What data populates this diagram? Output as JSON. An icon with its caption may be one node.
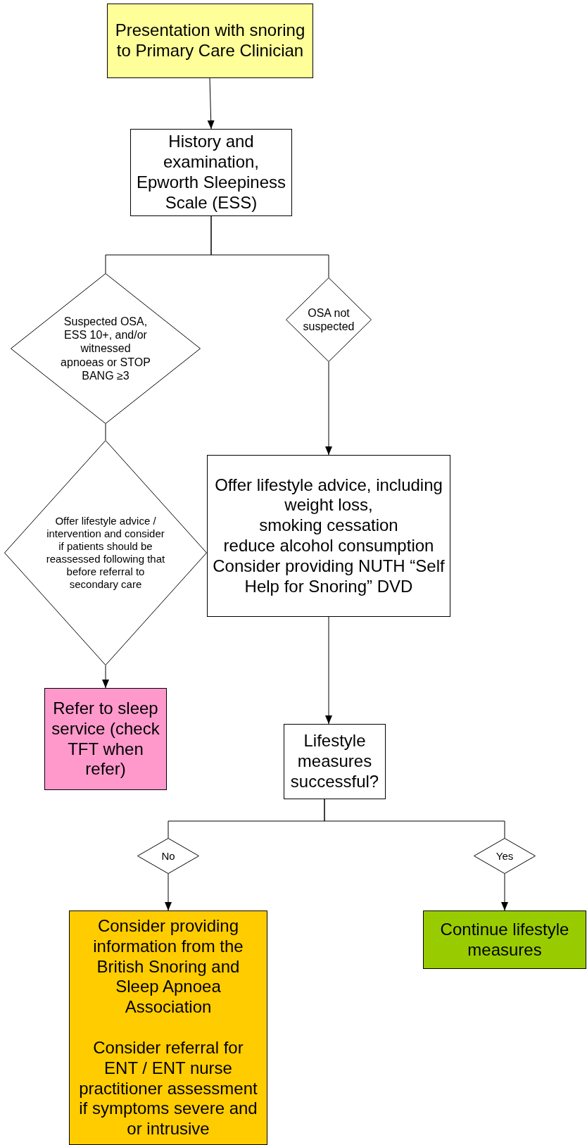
{
  "diagram": {
    "nodes": [
      {
        "text": [
          "Presentation with snoring to Primary Care Clinician"
        ]
      },
      {
        "text": [
          "History and examination, Epworth Sleepiness Scale (ESS)"
        ]
      },
      {
        "text": [
          "Suspected OSA, ESS 10+, and/or witnessed apnoeas or STOP BANG ≥3"
        ]
      },
      {
        "text": [
          "OSA not suspected"
        ]
      },
      {
        "text": [
          "Offer lifestyle advice / intervention and consider if patients should be reassessed following that before referral to secondary care"
        ]
      },
      {
        "text": [
          "Offer lifestyle advice, including",
          "weight loss,",
          "smoking cessation",
          "reduce alcohol consumption",
          "Consider providing NUTH “Self Help for Snoring” DVD"
        ]
      },
      {
        "text": [
          "Refer to sleep service (check TFT when refer)"
        ]
      },
      {
        "text": [
          "Lifestyle measures successful?"
        ]
      },
      {
        "text": [
          "No"
        ]
      },
      {
        "text": [
          "Yes"
        ]
      },
      {
        "text": [
          "Consider providing information from the British Snoring and Sleep Apnoea Association",
          "Consider referral for ENT / ENT nurse practitioner assessment if symptoms severe and or intrusive"
        ]
      },
      {
        "text": [
          "Continue lifestyle measures"
        ]
      }
    ],
    "edges": [
      {
        "from": 0,
        "to": 1,
        "arrow": "to"
      },
      {
        "from": 1,
        "to": 2,
        "arrow": "none"
      },
      {
        "from": 1,
        "to": 3,
        "arrow": "none"
      },
      {
        "from": 2,
        "to": 4,
        "arrow": "none"
      },
      {
        "from": 4,
        "to": 6,
        "arrow": "to"
      },
      {
        "from": 3,
        "to": 5,
        "arrow": "to"
      },
      {
        "from": 5,
        "to": 7,
        "arrow": "to"
      },
      {
        "from": 7,
        "to": 8,
        "arrow": "none"
      },
      {
        "from": 7,
        "to": 9,
        "arrow": "none"
      },
      {
        "from": 8,
        "to": 10,
        "arrow": "to"
      },
      {
        "from": 9,
        "to": 11,
        "arrow": "to"
      }
    ]
  }
}
